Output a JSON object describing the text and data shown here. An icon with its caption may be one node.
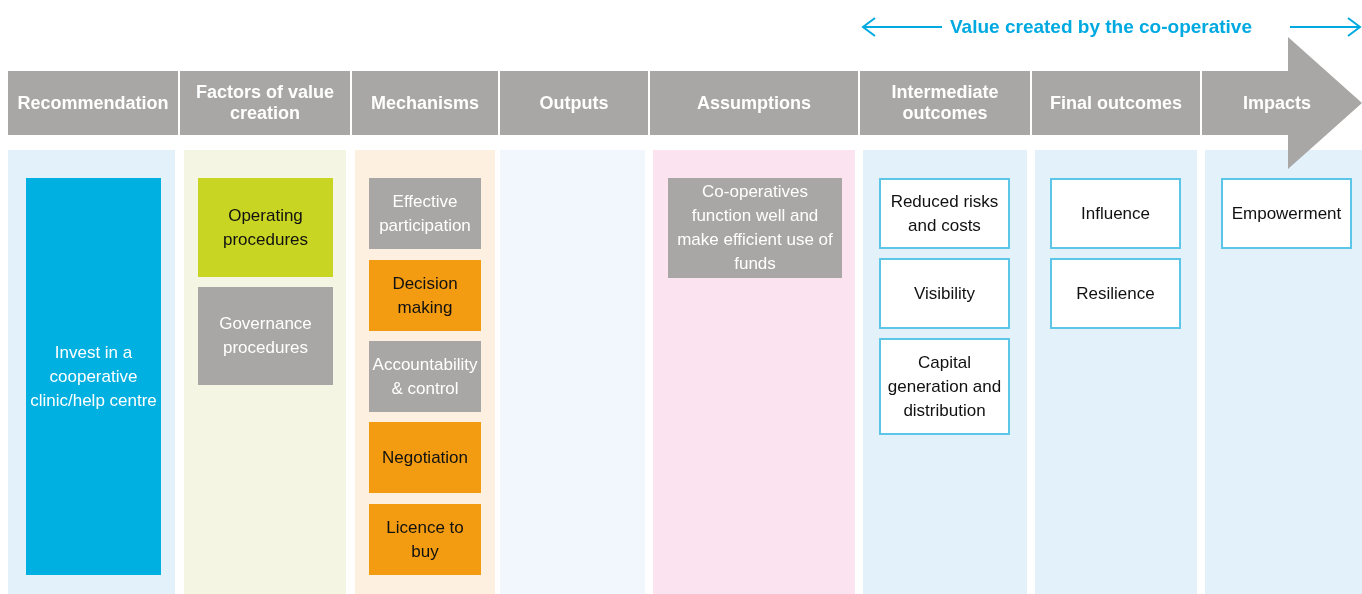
{
  "diagram": {
    "nodes": [
      {
        "text": [
          "Recommendation"
        ]
      },
      {
        "text": [
          "Invest in a cooperative clinic/help centre"
        ],
        "in": 0
      },
      {
        "text": [
          "Factors of value creation"
        ]
      },
      {
        "text": [
          "Operating procedures"
        ],
        "in": 2
      },
      {
        "text": [
          "Governance procedures"
        ],
        "in": 2
      },
      {
        "text": [
          "Mechanisms"
        ]
      },
      {
        "text": [
          "Effective participation"
        ],
        "in": 5
      },
      {
        "text": [
          "Decision making"
        ],
        "in": 5
      },
      {
        "text": [
          "Accountability & control"
        ],
        "in": 5
      },
      {
        "text": [
          "Negotiation"
        ],
        "in": 5
      },
      {
        "text": [
          "Licence to buy"
        ],
        "in": 5
      },
      {
        "text": [
          "Outputs"
        ]
      },
      {
        "text": [
          "Assumptions"
        ]
      },
      {
        "text": [
          "Co-operatives function well and make efficient use of funds"
        ],
        "in": 12
      },
      {
        "text": [
          "Intermediate outcomes"
        ]
      },
      {
        "text": [
          "Reduced risks and costs"
        ],
        "in": 14
      },
      {
        "text": [
          "Visibility"
        ],
        "in": 14
      },
      {
        "text": [
          "Capital generation and distribution"
        ],
        "in": 14
      },
      {
        "text": [
          "Final outcomes"
        ]
      },
      {
        "text": [
          "Influence"
        ],
        "in": 18
      },
      {
        "text": [
          "Resilience"
        ],
        "in": 18
      },
      {
        "text": [
          "Impacts"
        ]
      },
      {
        "text": [
          "Empowerment"
        ],
        "in": 21
      }
    ],
    "edges": [],
    "labels": [
      "Value created by the co-operative"
    ]
  }
}
